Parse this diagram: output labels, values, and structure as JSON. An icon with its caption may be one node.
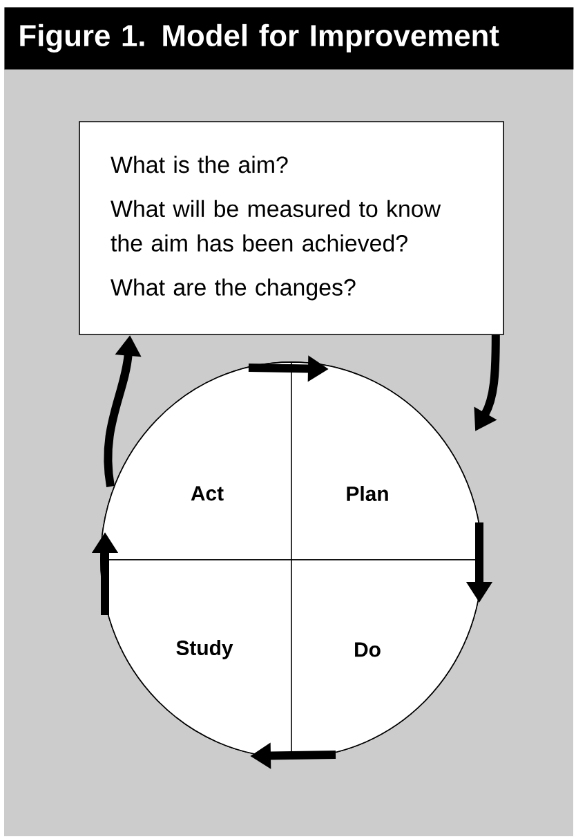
{
  "diagram": {
    "title": "Figure 1. Model for Improvement",
    "nodes": [
      {
        "text": [
          "What is the aim?",
          "What will be measured to know the aim has been achieved?",
          "What are the changes?"
        ]
      },
      {
        "text": [],
        "shape": "circle"
      },
      {
        "text": [
          "Act"
        ],
        "in": 1
      },
      {
        "text": [
          "Plan"
        ],
        "in": 1
      },
      {
        "text": [
          "Study"
        ],
        "in": 1
      },
      {
        "text": [
          "Do"
        ],
        "in": 1
      }
    ],
    "edges": [
      {
        "from": 0,
        "to": 3,
        "arrow": "to"
      },
      {
        "from": 3,
        "to": 5,
        "arrow": "to"
      },
      {
        "from": 5,
        "to": 4,
        "arrow": "to"
      },
      {
        "from": 4,
        "to": 2,
        "arrow": "to"
      },
      {
        "from": 2,
        "to": 3,
        "arrow": "to"
      },
      {
        "from": 2,
        "to": 0,
        "arrow": "to"
      }
    ]
  }
}
